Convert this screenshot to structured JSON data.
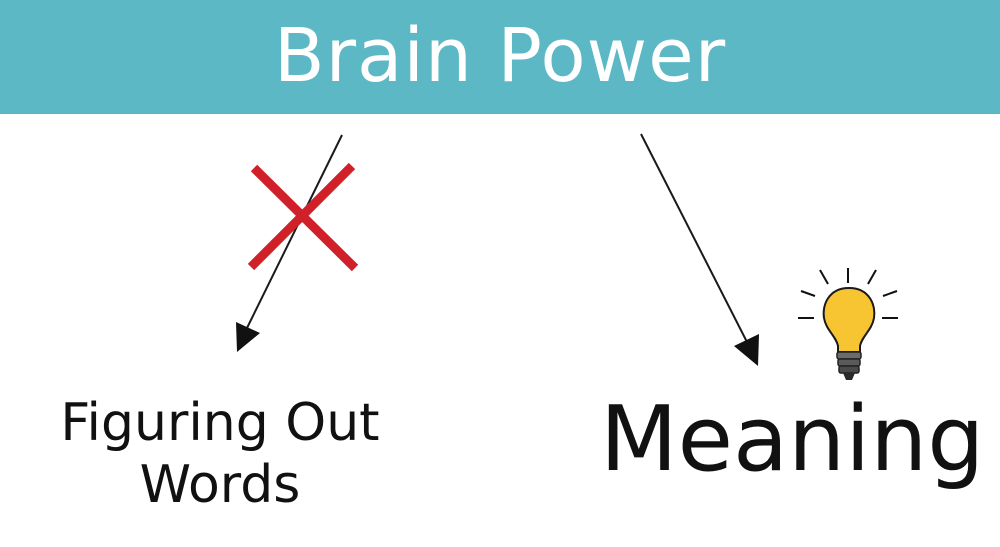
{
  "banner": {
    "title": "Brain Power",
    "background_color": "#5bb8c4",
    "text_color": "#ffffff"
  },
  "left_branch": {
    "label_line1": "Figuring Out",
    "label_line2": "Words",
    "marker_icon": "red-x-icon",
    "marker_color": "#d0202a"
  },
  "right_branch": {
    "label": "Meaning",
    "icon": "lightbulb-icon",
    "bulb_color": "#f7c531"
  }
}
